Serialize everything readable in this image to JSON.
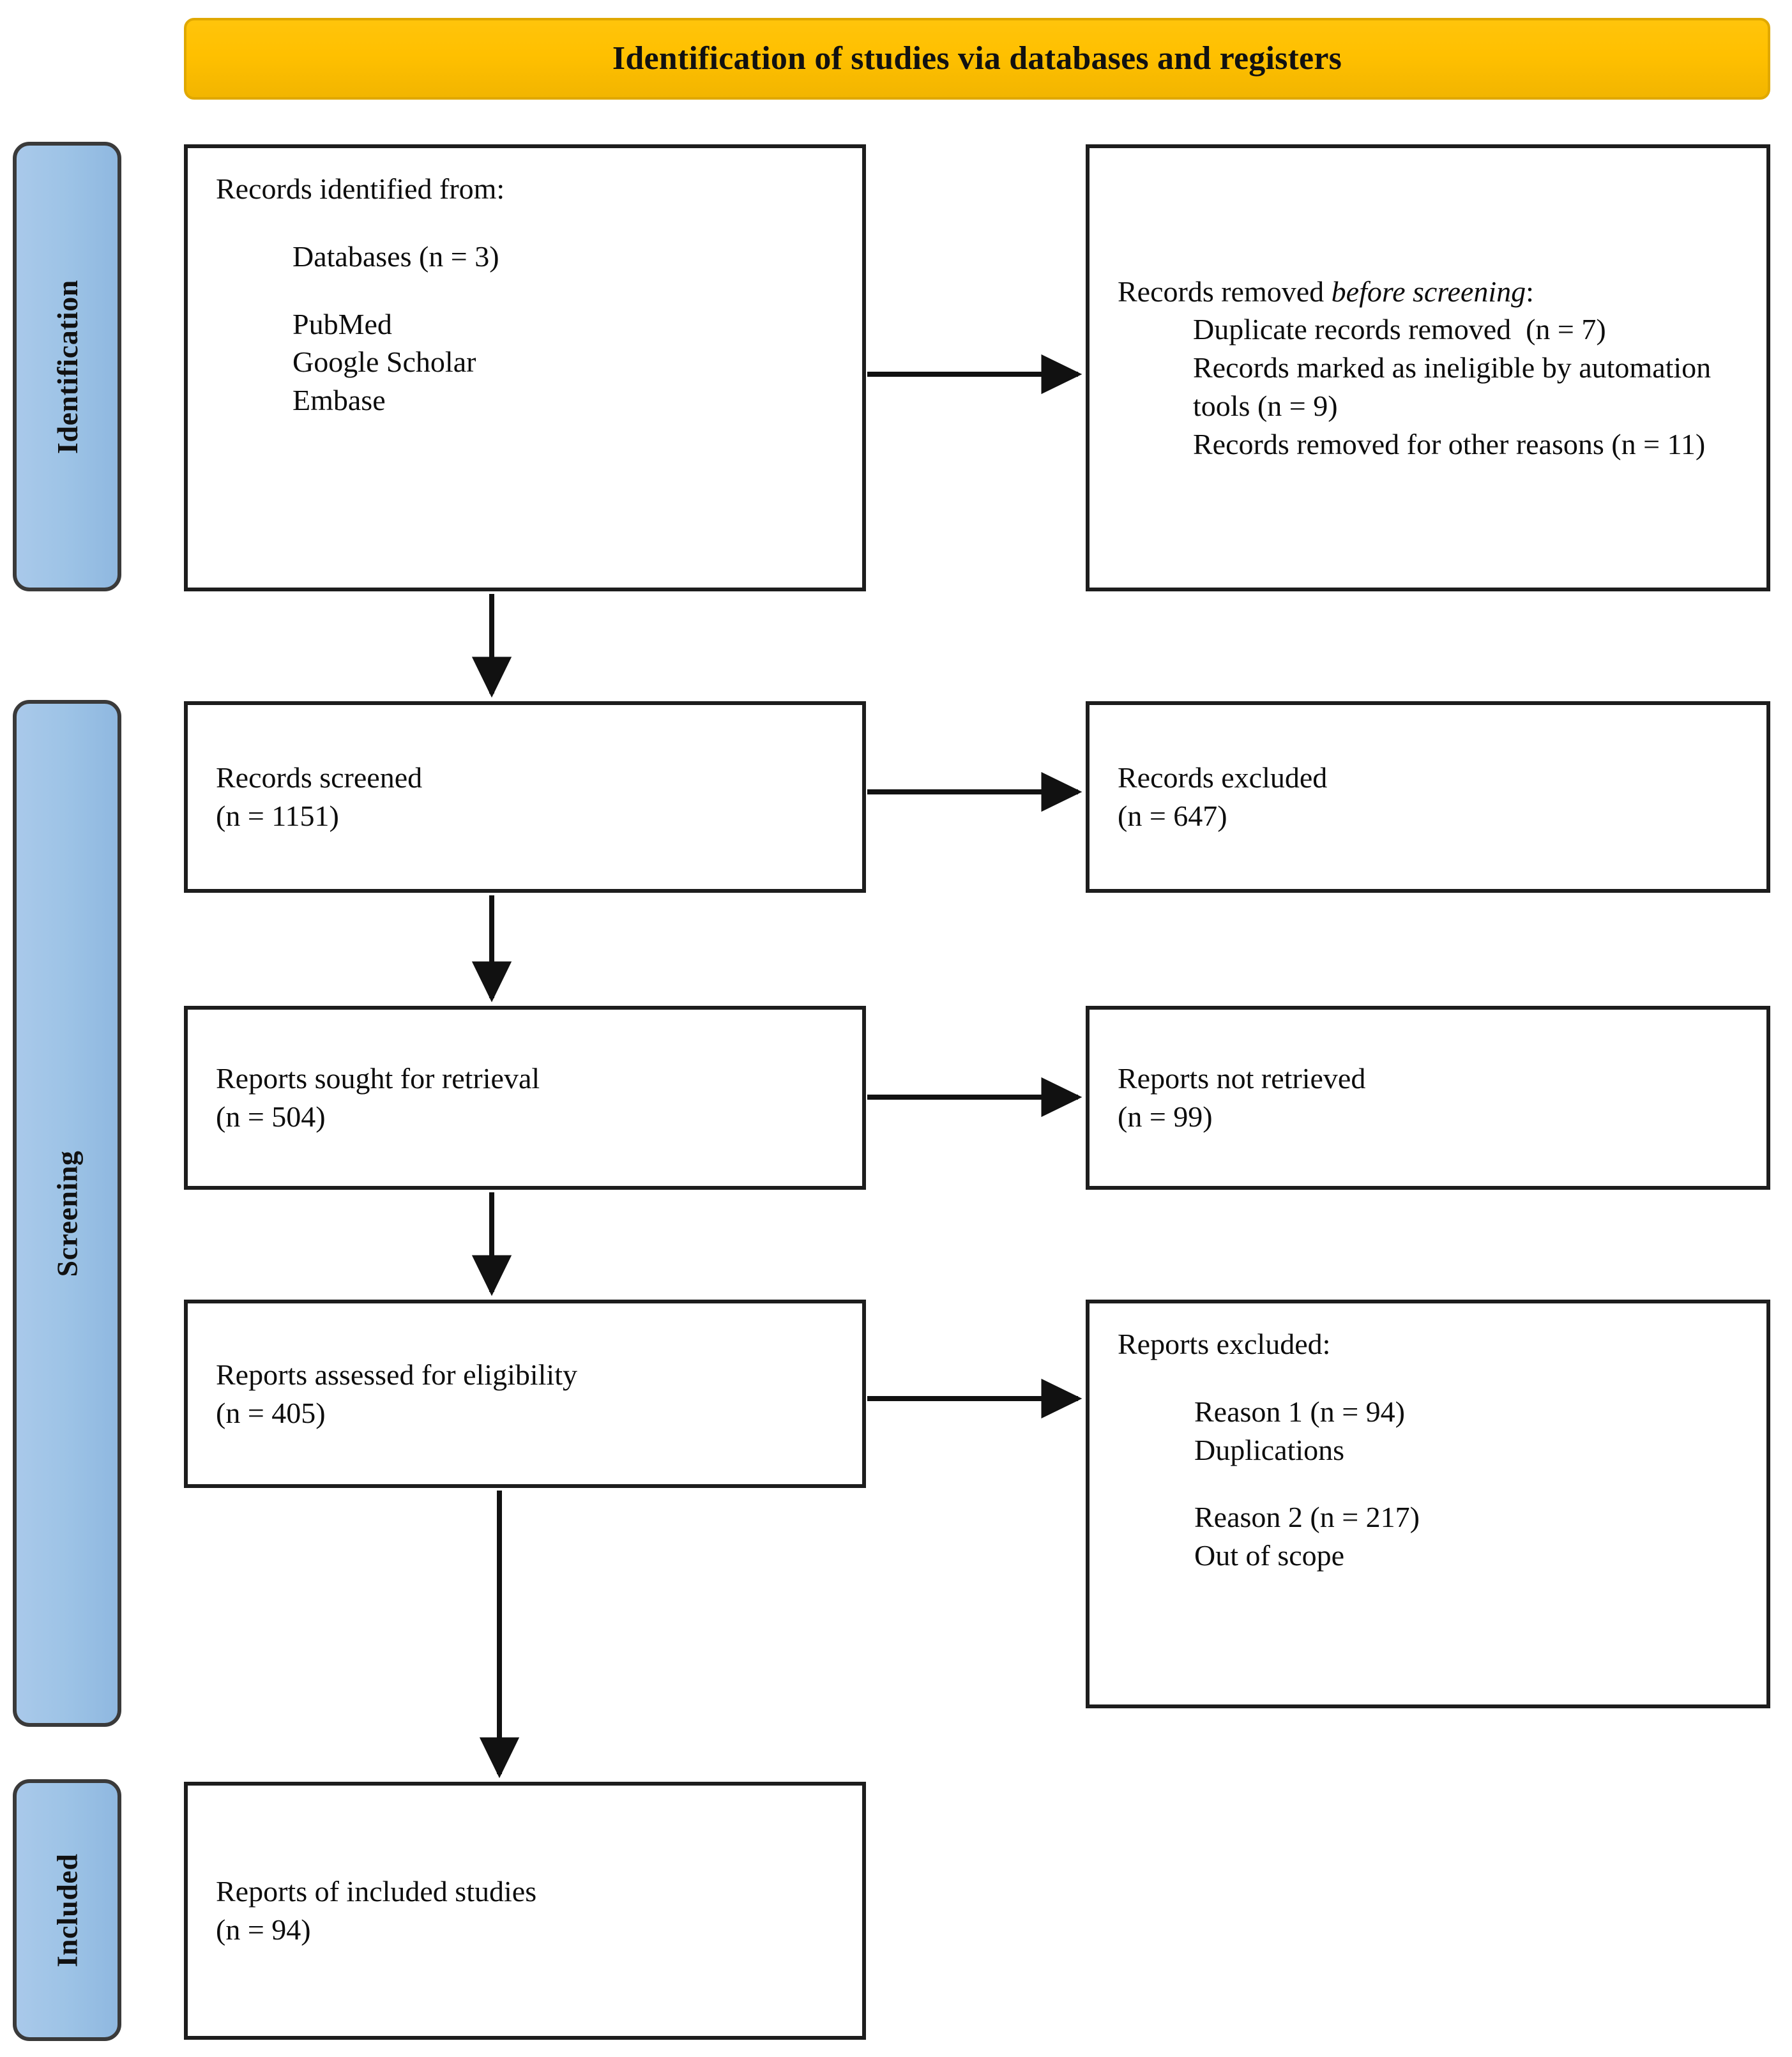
{
  "banner": {
    "title": "Identification of studies via databases and registers",
    "color": "#FFC000"
  },
  "phases": [
    {
      "id": "identification",
      "label": "Identification",
      "color": "#9DC3E6"
    },
    {
      "id": "screening",
      "label": "Screening",
      "color": "#9DC3E6"
    },
    {
      "id": "included",
      "label": "Included",
      "color": "#9DC3E6"
    }
  ],
  "boxes": {
    "identified": {
      "heading": "Records identified from:",
      "line_databases": "Databases (n = 3)",
      "source_1": "PubMed",
      "source_2": "Google Scholar",
      "source_3": "Embase"
    },
    "removed": {
      "heading_plain": "Records removed ",
      "heading_italic": "before screening",
      "heading_colon": ":",
      "item_1": "Duplicate records removed  (n = 7)",
      "item_2": "Records marked as ineligible by automation tools (n = 9)",
      "item_3": "Records removed for other reasons (n = 11)"
    },
    "screened": {
      "label": "Records screened",
      "count": "(n = 1151)"
    },
    "excluded": {
      "label": "Records excluded",
      "count": "(n = 647)"
    },
    "sought": {
      "label": "Reports sought for retrieval",
      "count": "(n = 504)"
    },
    "not_retrieved": {
      "label": "Reports not retrieved",
      "count": "(n = 99)"
    },
    "assessed": {
      "label": "Reports assessed for eligibility",
      "count": "(n = 405)"
    },
    "reports_excluded": {
      "heading": "Reports excluded:",
      "reason_1_count": "Reason 1 (n = 94)",
      "reason_1_text": "Duplications",
      "reason_2_count": "Reason 2 (n = 217)",
      "reason_2_text": "Out of scope"
    },
    "included": {
      "label": "Reports of included studies",
      "count": "(n = 94)"
    }
  }
}
